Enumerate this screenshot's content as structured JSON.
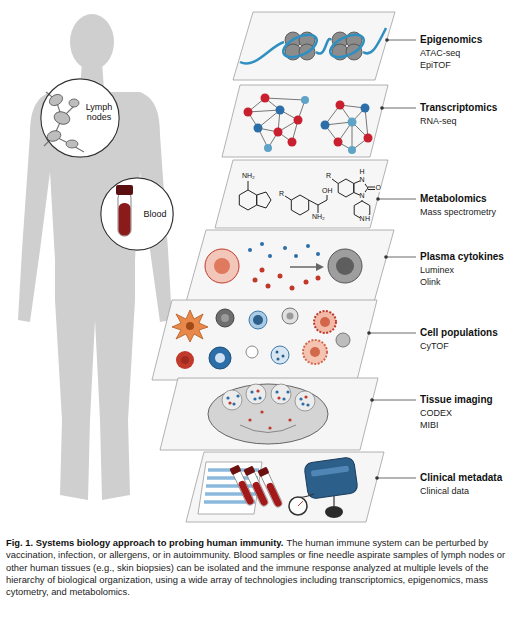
{
  "diagram": {
    "title": "Fig. 1. Systems biology approach to probing human immunity.",
    "caption": "The human immune system can be perturbed by vaccination, infection, or allergens, or in autoimmunity. Blood samples or fine needle aspirate samples of lymph nodes or other human tissues (e.g., skin biopsies) can be isolated and the immune response analyzed at multiple levels of the hierarchy of biological organization, using a wide array of technologies including transcriptomics, epigenomics, mass cytometry, and metabolomics.",
    "nodes": [
      {
        "text": [
          "Lymph nodes"
        ]
      },
      {
        "text": [
          "Blood"
        ]
      }
    ],
    "labels": [
      "Epigenomics",
      "ATAC-seq",
      "EpiTOF",
      "Transcriptomics",
      "RNA-seq",
      "NH₂",
      "R",
      "OH",
      "NH₂",
      "R",
      "H",
      "N",
      "O",
      "N",
      "N",
      "H",
      "Metabolomics",
      "Mass spectrometry",
      "Plasma cytokines",
      "Luminex",
      "Olink",
      "Cell populations",
      "CyTOF",
      "Tissue imaging",
      "CODEX",
      "MIBI",
      "Clinical metadata",
      "Clinical data"
    ]
  }
}
